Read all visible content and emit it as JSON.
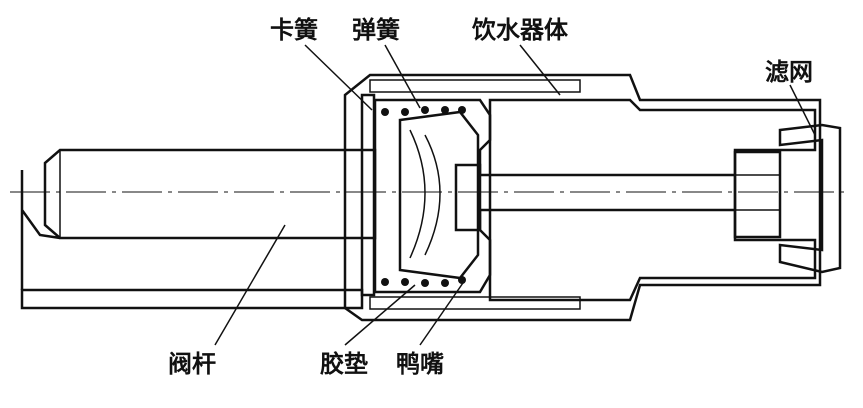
{
  "diagram": {
    "labels": {
      "circlip": "卡簧",
      "spring": "弹簧",
      "drinker_body": "饮水器体",
      "filter": "滤网",
      "valve_stem": "阀杆",
      "rubber_gasket": "胶垫",
      "duckbill": "鸭嘴"
    }
  }
}
